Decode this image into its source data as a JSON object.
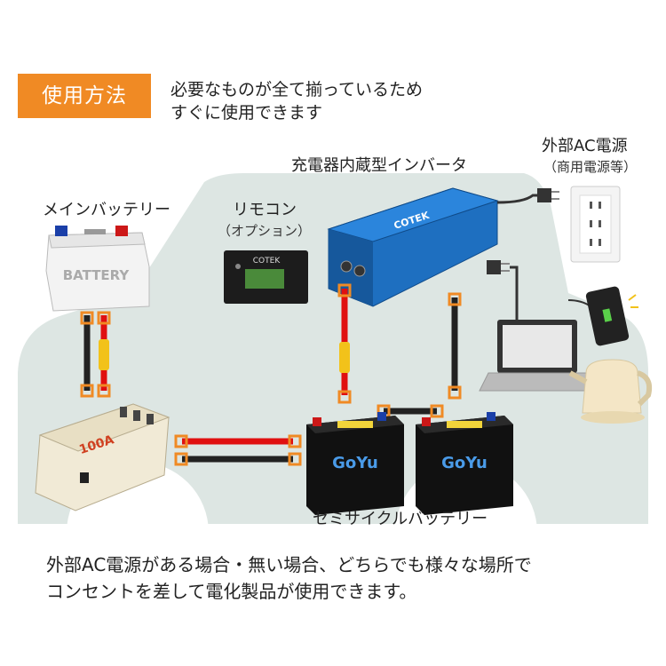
{
  "header": {
    "badge": "使用方法",
    "line1": "必要なものが全て揃っているため",
    "line2": "すぐに使用できます"
  },
  "labels": {
    "main_battery": "メインバッテリー",
    "remote_line1": "リモコン",
    "remote_line2": "（オプション）",
    "inverter": "充電器内蔵型インバータ",
    "ac_line1": "外部AC電源",
    "ac_line2": "（商用電源等）",
    "semi_battery": "セミサイクルバッテリー"
  },
  "device_text": {
    "battery_label": "BATTERY",
    "cotek_inverter": "COTEK",
    "cotek_remote": "COTEK",
    "goyu_brand": "GoYu",
    "isolator_mark": "100A"
  },
  "footer": {
    "line1": "外部AC電源がある場合・無い場合、どちらでも様々な場所で",
    "line2": "コンセントを差して電化製品が使用できます。"
  },
  "colors": {
    "accent": "#f08a24",
    "inverter_blue": "#1e6fc0",
    "backdrop": "#dde6e3",
    "wire_red": "#e01010",
    "wire_black": "#222222",
    "fuse_yellow": "#f2c21a"
  }
}
